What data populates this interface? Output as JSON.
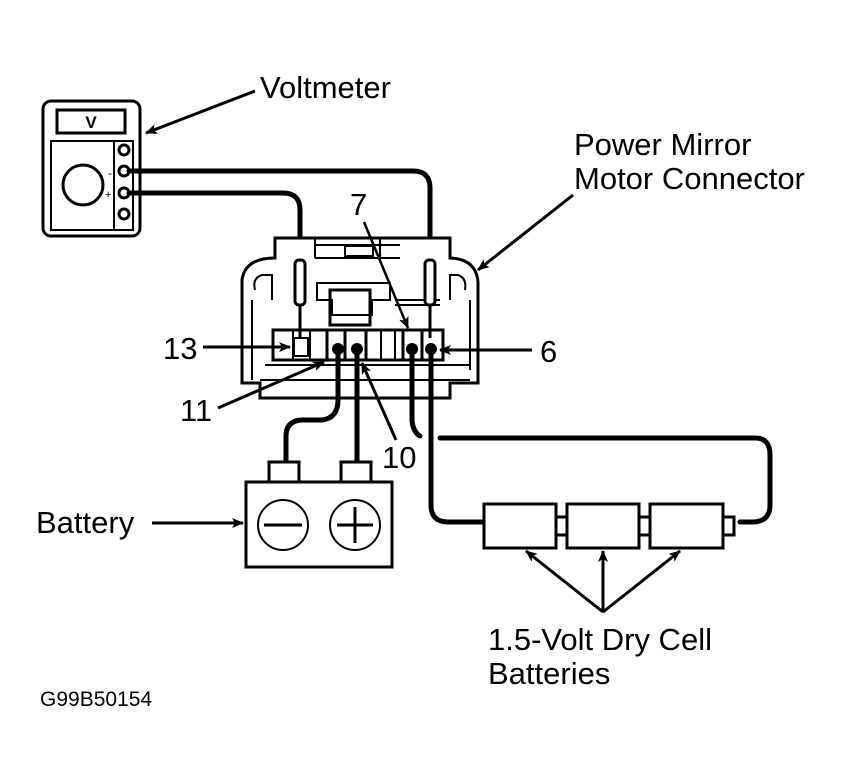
{
  "figure_code": "G99B50154",
  "colors": {
    "ink": "#000000",
    "background": "#ffffff"
  },
  "labels": {
    "voltmeter": "Voltmeter",
    "connector_line1": "Power Mirror",
    "connector_line2": "Motor Connector",
    "battery": "Battery",
    "dry_cells_line1": "1.5-Volt Dry Cell",
    "dry_cells_line2": "Batteries"
  },
  "voltmeter": {
    "display": "V",
    "minus_mark": "-",
    "plus_mark": "+"
  },
  "battery": {
    "negative_symbol": "minus-icon",
    "positive_symbol": "plus-icon"
  },
  "pins": [
    {
      "id": "13",
      "label": "13"
    },
    {
      "id": "11",
      "label": "11"
    },
    {
      "id": "10",
      "label": "10"
    },
    {
      "id": "7",
      "label": "7"
    },
    {
      "id": "6",
      "label": "6"
    }
  ],
  "dry_cells": {
    "count": 3
  }
}
